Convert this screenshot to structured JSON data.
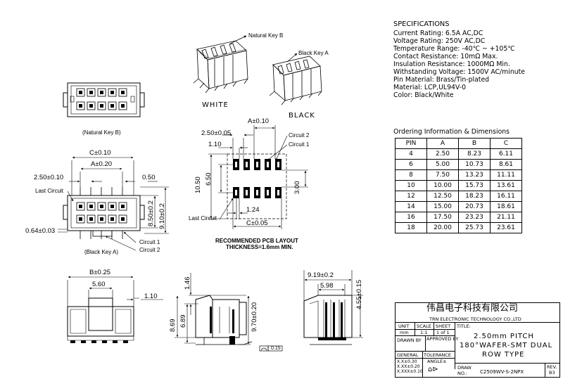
{
  "specs": {
    "title": "SPECIFICATIONS",
    "lines": [
      "Current Rating: 6.5A AC,DC",
      "Voltage Rating: 250V AC,DC",
      "Temperature Range: -40℃ ~ +105℃",
      "Contact Resistance: 10mΩ Max.",
      "Insulation Resistance: 1000MΩ Min.",
      "Withstanding Voltage: 1500V AC/minute",
      "Pin Material: Brass/Tin-plated",
      "Material: LCP,UL94V-0",
      "Color: Black/White"
    ]
  },
  "ordering": {
    "title": "Ordering Information & Dimensions",
    "headers": [
      "PIN",
      "A",
      "B",
      "C"
    ],
    "rows": [
      [
        "4",
        "2.50",
        "8.23",
        "6.11"
      ],
      [
        "6",
        "5.00",
        "10.73",
        "8.61"
      ],
      [
        "8",
        "7.50",
        "13.23",
        "11.11"
      ],
      [
        "10",
        "10.00",
        "15.73",
        "13.61"
      ],
      [
        "12",
        "12.50",
        "18.23",
        "16.11"
      ],
      [
        "14",
        "15.00",
        "20.73",
        "18.61"
      ],
      [
        "16",
        "17.50",
        "23.23",
        "21.11"
      ],
      [
        "18",
        "20.00",
        "25.73",
        "23.61"
      ]
    ]
  },
  "labels": {
    "natural_key_b": "Natural Key B",
    "black_key_a": "Black Key A",
    "white": "WHITE",
    "black": "BLACK",
    "natural_key_b_paren": "(Natural Key B)",
    "black_key_a_paren": "(Black Key A)",
    "last_circuit": "Last Circuit",
    "circuit_1": "Circuit 1",
    "circuit_2": "Circuit 2",
    "pcb_title_1": "RECOMMENDED PCB LAYOUT",
    "pcb_title_2": "THICKNESS=1.6mm MIN."
  },
  "dims": {
    "c_010": "C±0.10",
    "a_020": "A±0.20",
    "d250_010": "2.50±0.10",
    "d050": "0.50",
    "d850": "8.50±0.2",
    "d910": "9.10±0.2",
    "d064": "0.64±0.03",
    "a_010": "A±0.10",
    "d250_005": "2.50±0.05",
    "d110a": "1.10",
    "d1050": "10.50",
    "d650": "6.50",
    "d300": "3.00",
    "d124": "1.24",
    "c_005": "C±0.05",
    "b_025": "B±0.25",
    "d560": "5.60",
    "d110b": "1.10",
    "d146": "1.46",
    "d869": "8.69",
    "d689": "6.89",
    "d970": "9.70±0.20",
    "d015": "0.15",
    "d919": "9.19±0.2",
    "d598": "5.98",
    "d455": "4.55±0.15"
  },
  "title_block": {
    "company_cn": "伟昌电子科技有限公司",
    "company_en": "TRN ELECTRONIC TECHNOLOGY CO.,LTD",
    "unit": "UNIT",
    "scale": "SCALE",
    "sheet": "SHEET",
    "mm": "mm",
    "one_to_one": "1:1",
    "one_of_one": "1 of 1",
    "title_label": "TITLE:",
    "drawn_by": "DRAWN BY",
    "approved_by": "APPROVED BY",
    "title_1": "2.50mm PITCH",
    "title_2": "180°WAFER-SMT DUAL",
    "title_3": "ROW TYPE",
    "general": "GENERAL",
    "tolerance": "TOLERANCE",
    "tol_1": "X.X±0.30",
    "tol_2": "X.XX±0.20",
    "tol_3": "X.XXX±0.10",
    "angle": "ANGLE±",
    "draw_no_label": "DRAW NO.:",
    "draw_no": "C2509WV-S-2NPX",
    "rev_label": "REV.",
    "rev": "B3"
  }
}
